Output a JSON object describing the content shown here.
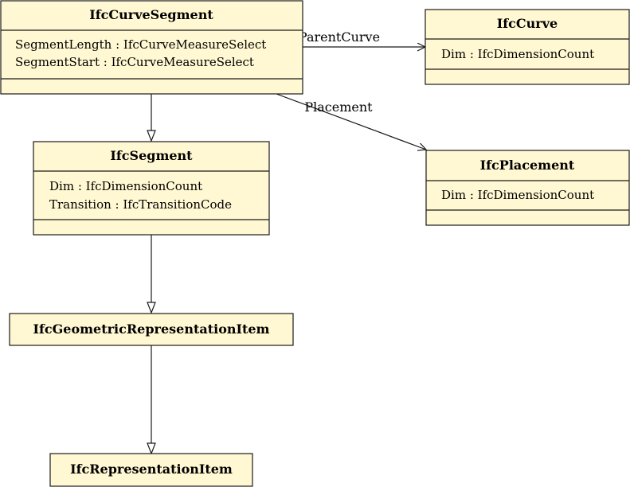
{
  "colors": {
    "box_fill": "#fff8d2",
    "stroke": "#1a1a1a",
    "text": "#111111",
    "background": "#ffffff"
  },
  "classes": {
    "curve_segment": {
      "name": "IfcCurveSegment",
      "attributes": [
        "SegmentLength : IfcCurveMeasureSelect",
        "SegmentStart : IfcCurveMeasureSelect"
      ]
    },
    "curve": {
      "name": "IfcCurve",
      "attributes": [
        "Dim : IfcDimensionCount"
      ]
    },
    "segment": {
      "name": "IfcSegment",
      "attributes": [
        "Dim : IfcDimensionCount",
        "Transition : IfcTransitionCode"
      ]
    },
    "placement": {
      "name": "IfcPlacement",
      "attributes": [
        "Dim : IfcDimensionCount"
      ]
    },
    "geometric_representation_item": {
      "name": "IfcGeometricRepresentationItem"
    },
    "representation_item": {
      "name": "IfcRepresentationItem"
    }
  },
  "associations": {
    "parent_curve": "ParentCurve",
    "placement": "Placement"
  }
}
